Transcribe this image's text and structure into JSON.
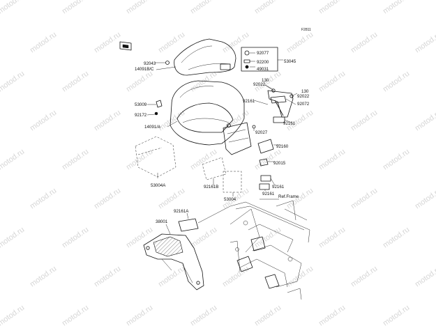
{
  "diagram": {
    "code": "F2811",
    "watermark": "motod.ru",
    "part_labels": [
      "92043",
      "14091B/C",
      "53009",
      "92172",
      "14091/A",
      "53004A",
      "92161B",
      "53004",
      "92077",
      "92200",
      "49031",
      "53045",
      "130",
      "92022",
      "130",
      "92022",
      "92072",
      "92161",
      "92027",
      "92161",
      "92160",
      "92015",
      "92161",
      "92161",
      "Ref.Frame",
      "92161A",
      "38001"
    ]
  }
}
